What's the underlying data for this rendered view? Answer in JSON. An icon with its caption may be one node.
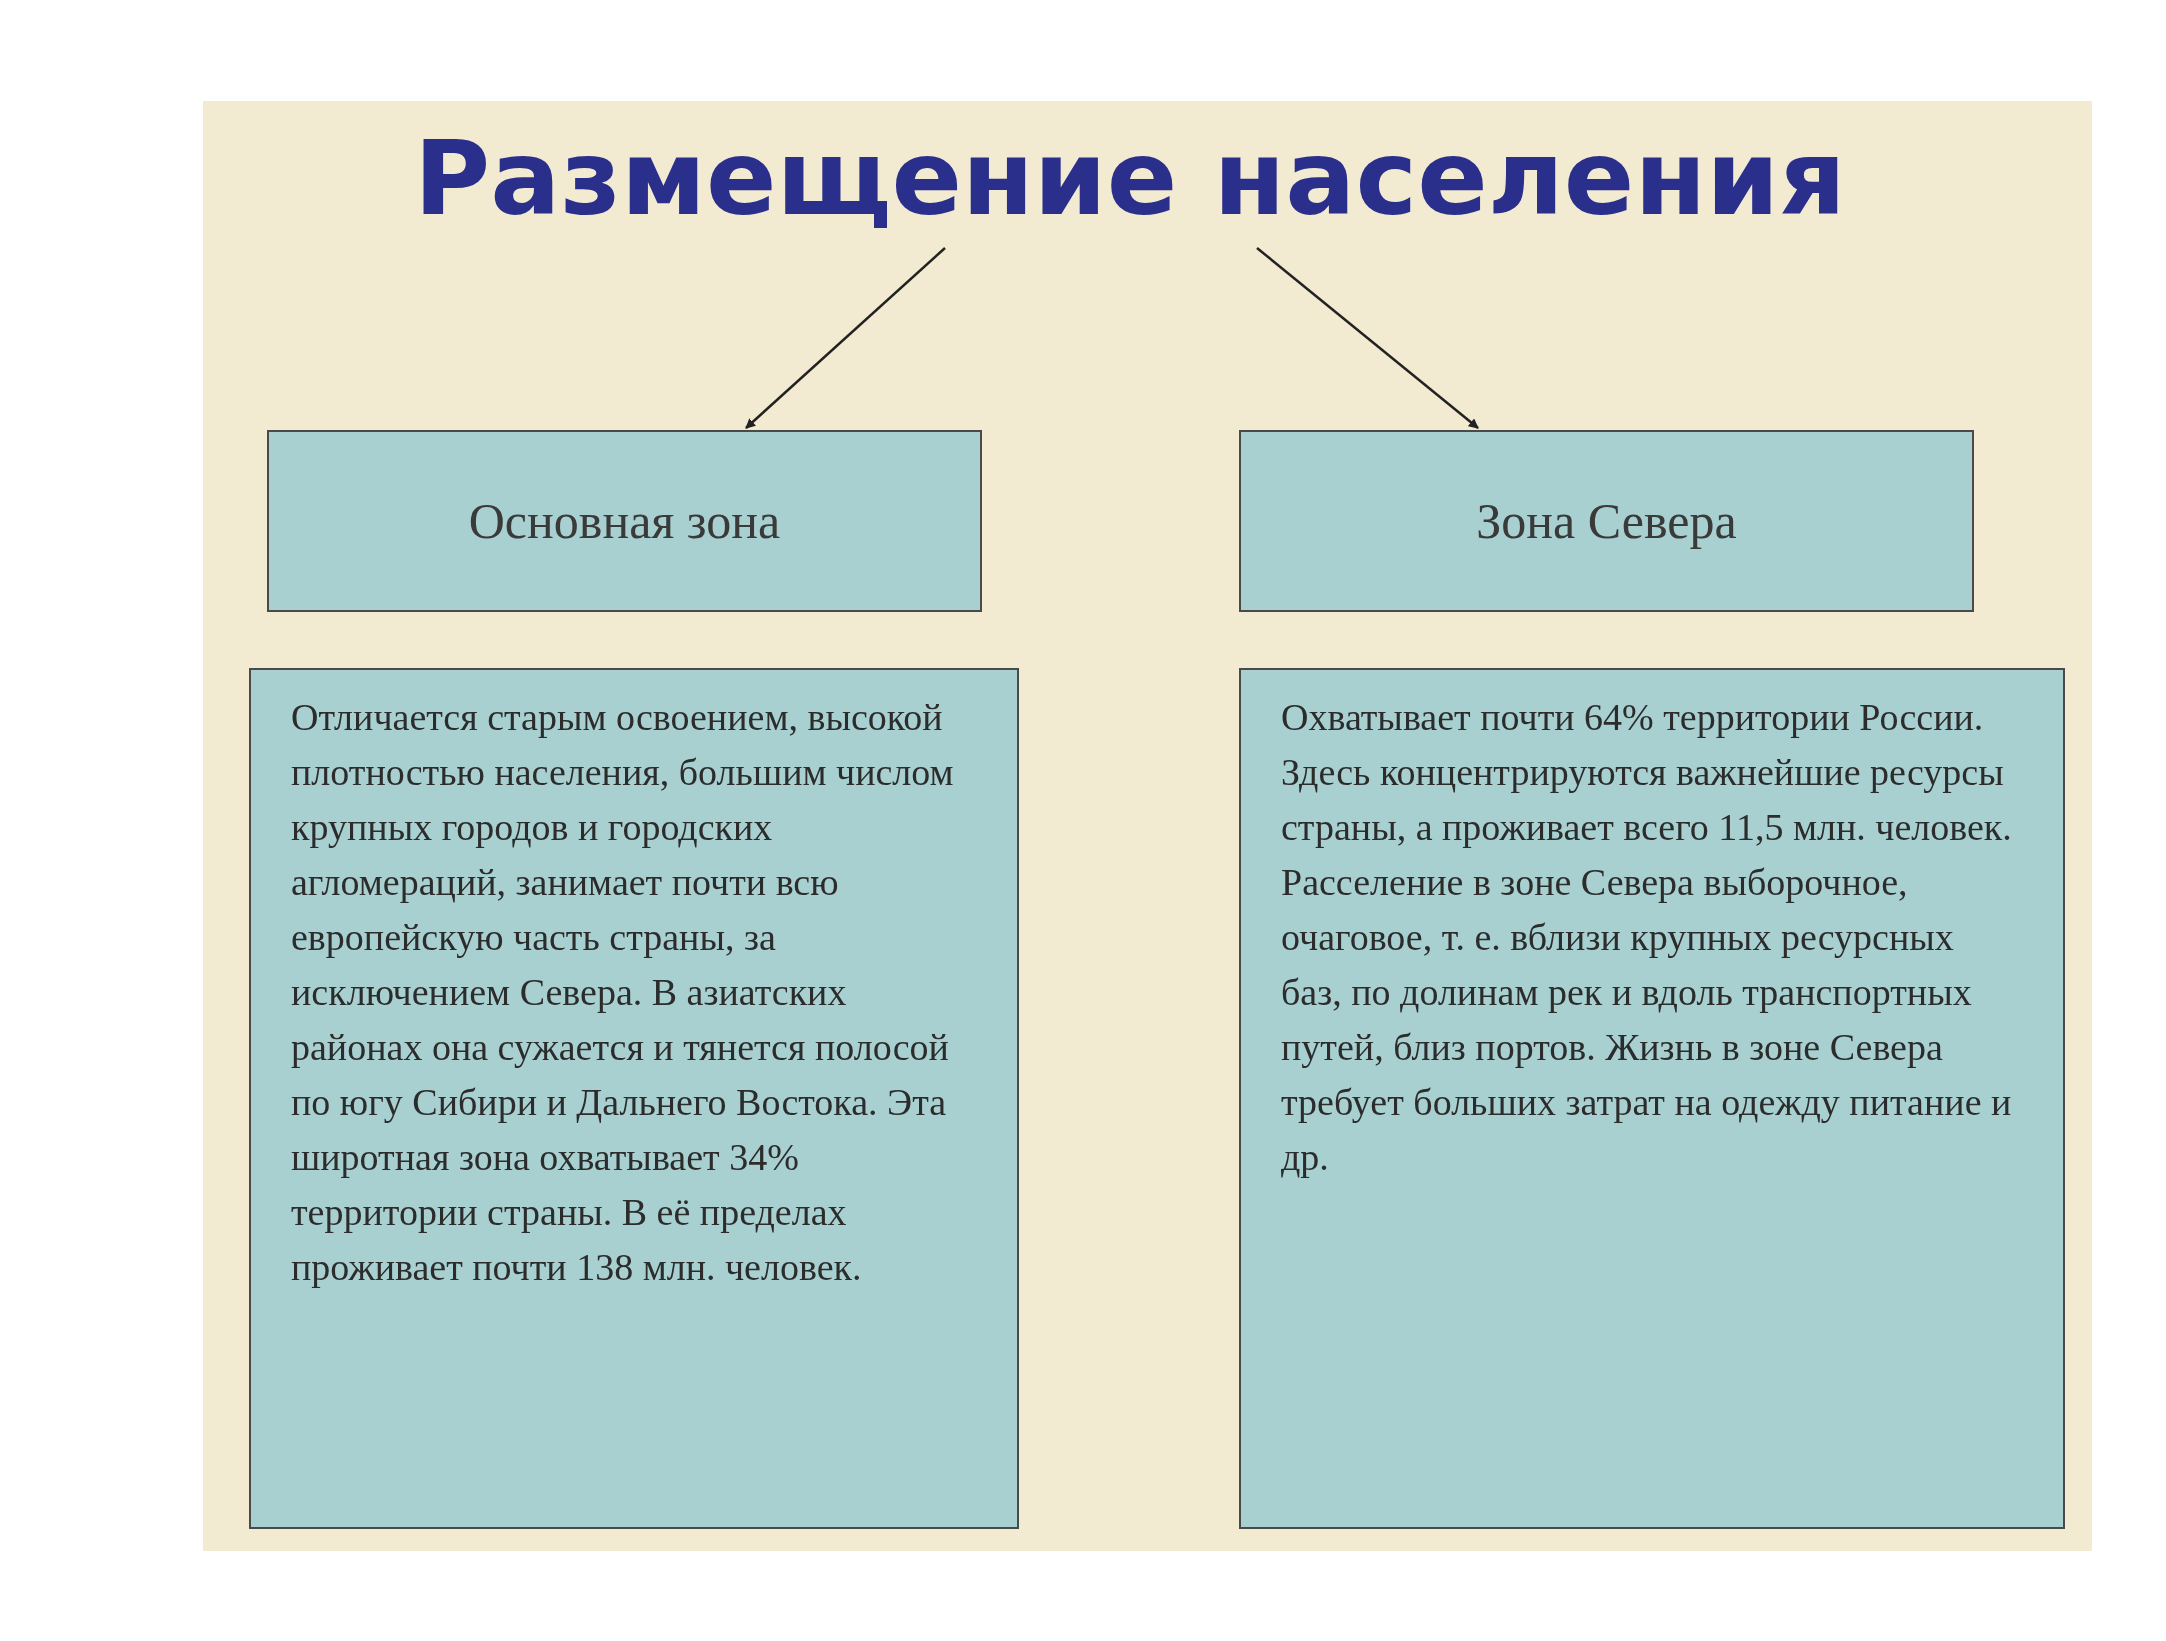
{
  "diagram": {
    "nodes": [
      {
        "text": [
          "Размещение населения"
        ]
      },
      {
        "text": [
          "Основная зона"
        ]
      },
      {
        "text": [
          "Зона Севера"
        ]
      },
      {
        "text": [
          "Отличается старым освоением, высокой плотностью населения, большим числом крупных городов и городских агломераций, занимает почти всю европейскую часть страны, за исключением Севера. В азиатских районах она сужается и тянется полосой по югу Сибири и Дальнего Востока. Эта широтная зона охватывает 34% территории страны. В её пределах проживает почти 138 млн. человек."
        ]
      },
      {
        "text": [
          "Охватывает почти 64% территории России. Здесь концентрируются важнейшие ресурсы страны, а проживает всего 11,5 млн. человек. Расселение в зоне Севера выборочное, очаговое, т. е. вблизи крупных ресурсных баз, по долинам рек и вдоль транспортных путей, близ портов. Жизнь в зоне Севера требует больших затрат на одежду питание и др."
        ]
      }
    ],
    "edges": [
      {
        "from": 0,
        "to": 1,
        "arrow": "to"
      },
      {
        "from": 0,
        "to": 2,
        "arrow": "to"
      }
    ]
  }
}
